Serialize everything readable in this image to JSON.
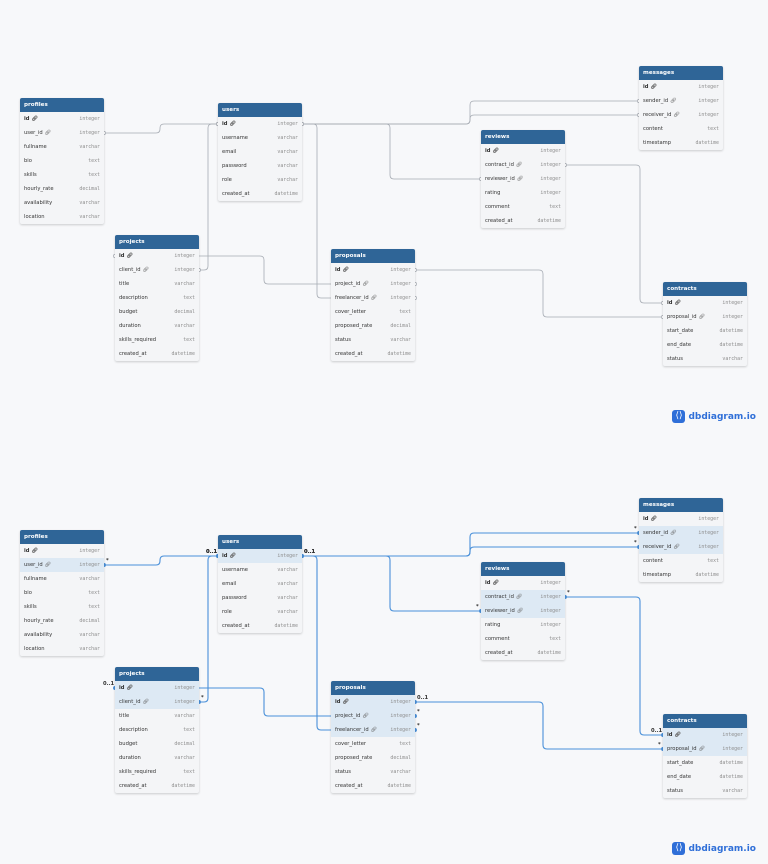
{
  "tables": [
    {
      "name": "profiles",
      "fields": [
        {
          "name": "id",
          "type": "integer",
          "pk": true
        },
        {
          "name": "user_id",
          "type": "integer",
          "fk": true
        },
        {
          "name": "fullname",
          "type": "varchar"
        },
        {
          "name": "bio",
          "type": "text"
        },
        {
          "name": "skills",
          "type": "text"
        },
        {
          "name": "hourly_rate",
          "type": "decimal"
        },
        {
          "name": "availability",
          "type": "varchar"
        },
        {
          "name": "location",
          "type": "varchar"
        }
      ]
    },
    {
      "name": "users",
      "fields": [
        {
          "name": "id",
          "type": "integer",
          "pk": true
        },
        {
          "name": "username",
          "type": "varchar"
        },
        {
          "name": "email",
          "type": "varchar"
        },
        {
          "name": "password",
          "type": "varchar"
        },
        {
          "name": "role",
          "type": "varchar"
        },
        {
          "name": "created_at",
          "type": "datetime"
        }
      ]
    },
    {
      "name": "projects",
      "fields": [
        {
          "name": "id",
          "type": "integer",
          "pk": true
        },
        {
          "name": "client_id",
          "type": "integer",
          "fk": true
        },
        {
          "name": "title",
          "type": "varchar"
        },
        {
          "name": "description",
          "type": "text"
        },
        {
          "name": "budget",
          "type": "decimal"
        },
        {
          "name": "duration",
          "type": "varchar"
        },
        {
          "name": "skills_required",
          "type": "text"
        },
        {
          "name": "created_at",
          "type": "datetime"
        }
      ]
    },
    {
      "name": "proposals",
      "fields": [
        {
          "name": "id",
          "type": "integer",
          "pk": true
        },
        {
          "name": "project_id",
          "type": "integer",
          "fk": true
        },
        {
          "name": "freelancer_id",
          "type": "integer",
          "fk": true
        },
        {
          "name": "cover_letter",
          "type": "text"
        },
        {
          "name": "proposed_rate",
          "type": "decimal"
        },
        {
          "name": "status",
          "type": "varchar"
        },
        {
          "name": "created_at",
          "type": "datetime"
        }
      ]
    },
    {
      "name": "messages",
      "fields": [
        {
          "name": "id",
          "type": "integer",
          "pk": true
        },
        {
          "name": "sender_id",
          "type": "integer",
          "fk": true
        },
        {
          "name": "receiver_id",
          "type": "integer",
          "fk": true
        },
        {
          "name": "content",
          "type": "text"
        },
        {
          "name": "timestamp",
          "type": "datetime"
        }
      ]
    },
    {
      "name": "reviews",
      "fields": [
        {
          "name": "id",
          "type": "integer",
          "pk": true
        },
        {
          "name": "contract_id",
          "type": "integer",
          "fk": true
        },
        {
          "name": "reviewer_id",
          "type": "integer",
          "fk": true
        },
        {
          "name": "rating",
          "type": "integer"
        },
        {
          "name": "comment",
          "type": "text"
        },
        {
          "name": "created_at",
          "type": "datetime"
        }
      ]
    },
    {
      "name": "contracts",
      "fields": [
        {
          "name": "id",
          "type": "integer",
          "pk": true
        },
        {
          "name": "proposal_id",
          "type": "integer",
          "fk": true
        },
        {
          "name": "start_date",
          "type": "datetime"
        },
        {
          "name": "end_date",
          "type": "datetime"
        },
        {
          "name": "status",
          "type": "varchar"
        }
      ]
    }
  ],
  "relationships": [
    {
      "from": "profiles.user_id",
      "to": "users.id",
      "from_label": "*",
      "to_label": "0..1"
    },
    {
      "from": "projects.client_id",
      "to": "users.id",
      "from_label": "*",
      "to_label": "0..1"
    },
    {
      "from": "proposals.project_id",
      "to": "projects.id",
      "from_label": "*",
      "to_label": "0..1"
    },
    {
      "from": "proposals.freelancer_id",
      "to": "users.id",
      "from_label": "*",
      "to_label": "0..1"
    },
    {
      "from": "messages.sender_id",
      "to": "users.id",
      "from_label": "*",
      "to_label": "0..1"
    },
    {
      "from": "messages.receiver_id",
      "to": "users.id",
      "from_label": "*",
      "to_label": "0..1"
    },
    {
      "from": "reviews.reviewer_id",
      "to": "users.id",
      "from_label": "*",
      "to_label": "0..1"
    },
    {
      "from": "reviews.contract_id",
      "to": "contracts.id",
      "from_label": "*",
      "to_label": "0..1"
    },
    {
      "from": "contracts.proposal_id",
      "to": "proposals.id",
      "from_label": "*",
      "to_label": "0..1"
    }
  ],
  "brand": {
    "icon": "share-icon",
    "text": "dbdiagram.io",
    "color": "#2f6fd8"
  },
  "colors": {
    "header": "#2f6597",
    "line_inactive": "#a6abb3",
    "line_active": "#4a90d9",
    "highlight_row": "#dde9f4"
  }
}
